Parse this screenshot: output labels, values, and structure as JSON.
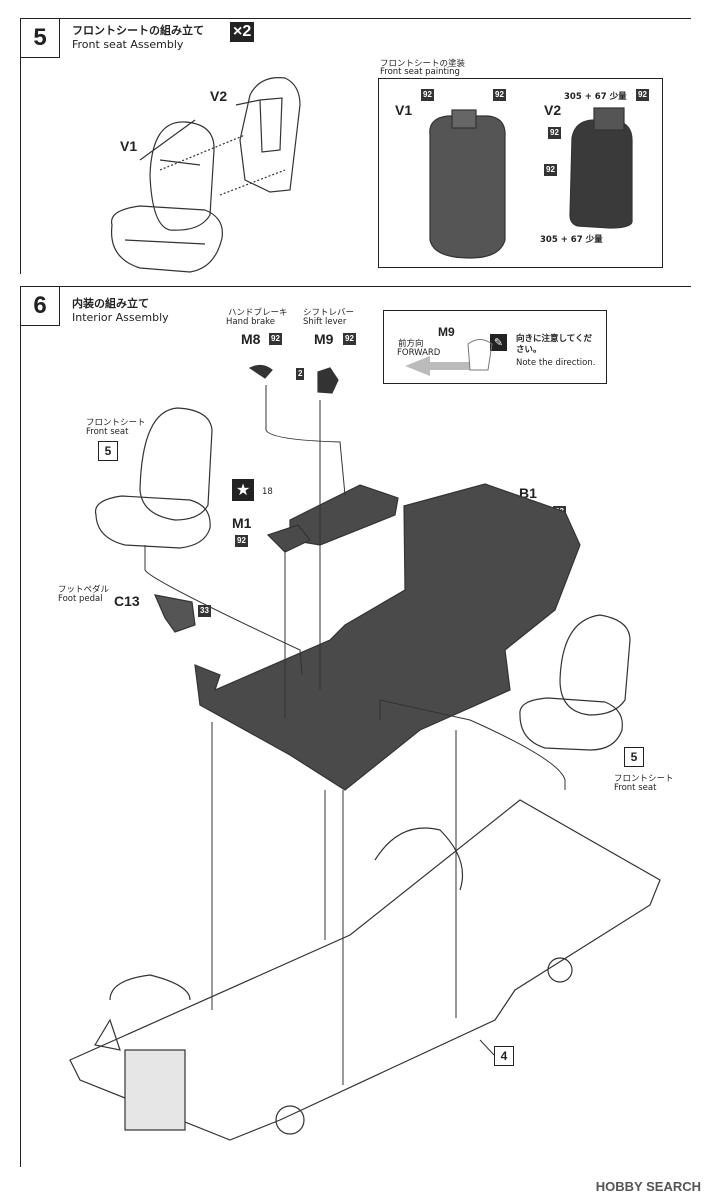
{
  "step5": {
    "number": "5",
    "title_jp": "フロントシートの組み立て",
    "title_en": "Front seat Assembly",
    "qty": "×2",
    "part_v1": "V1",
    "part_v2": "V2",
    "painting": {
      "title_jp": "フロントシートの塗装",
      "title_en": "Front seat painting",
      "v1": "V1",
      "v2": "V2",
      "color_92": "92",
      "mix_top": "305 + 67 少量",
      "mix_bottom": "305 + 67 少量"
    }
  },
  "step6": {
    "number": "6",
    "title_jp": "内装の組み立て",
    "title_en": "Interior Assembly",
    "hand_brake_jp": "ハンドブレーキ",
    "hand_brake_en": "Hand brake",
    "shift_lever_jp": "シフトレバー",
    "shift_lever_en": "Shift lever",
    "part_m8": "M8",
    "part_m9": "M9",
    "part_m1": "M1",
    "part_b1": "B1",
    "part_c13": "C13",
    "color_92": "92",
    "color_33": "33",
    "decal_18": "18",
    "ref_2": "2",
    "ref_5": "5",
    "ref_4": "4",
    "forward_jp": "前方向",
    "forward_en": "FORWARD",
    "note_jp": "向きに注意してください。",
    "note_en": "Note the direction.",
    "front_seat_jp": "フロントシート",
    "front_seat_en": "Front seat",
    "foot_pedal_jp": "フットペダル",
    "foot_pedal_en": "Foot pedal"
  },
  "watermark": "HOBBY SEARCH"
}
